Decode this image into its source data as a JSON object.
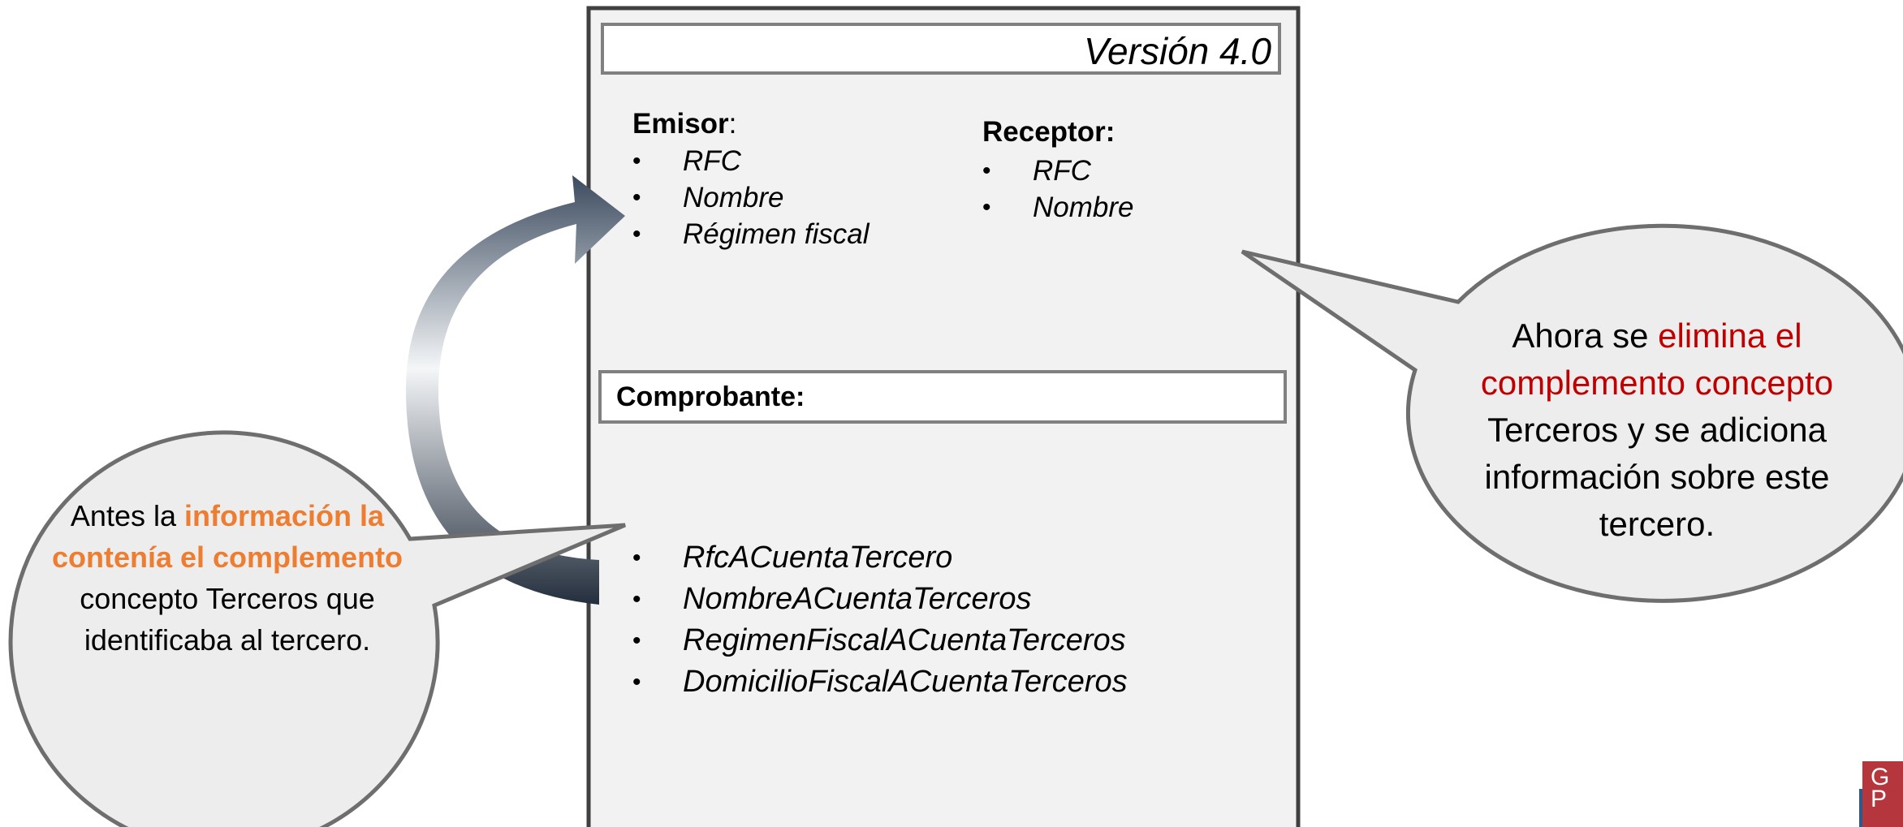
{
  "version_label": "Versión 4.0",
  "emisor": {
    "heading": "Emisor",
    "heading_suffix": ":",
    "items": [
      "RFC",
      "Nombre",
      "Régimen fiscal"
    ]
  },
  "receptor": {
    "heading": "Receptor:",
    "items": [
      "RFC",
      "Nombre"
    ]
  },
  "comprobante": {
    "heading": "Comprobante:",
    "items": [
      "RfcACuentaTercero",
      "NombreACuentaTerceros",
      "RegimenFiscalACuentaTerceros",
      "DomicilioFiscalACuentaTerceros"
    ]
  },
  "bullet": "•",
  "left_callout": {
    "pre": "Antes la ",
    "highlight": "información la contenía el complemento",
    "post": " concepto Terceros que identificaba al tercero."
  },
  "right_callout": {
    "pre": "Ahora se ",
    "highlight": "elimina el complemento concepto",
    "post": " Terceros y se adiciona información sobre este tercero."
  },
  "logo": {
    "line1": "G",
    "line2": "P"
  },
  "colors": {
    "panel_bg": "#F2F2F2",
    "panel_border": "#404040",
    "bubble_fill": "#EDEDED",
    "bubble_border": "#6E6E6E",
    "arrow": "#2E3B4E",
    "highlight_orange": "#ED7D31",
    "highlight_red": "#C00000"
  }
}
